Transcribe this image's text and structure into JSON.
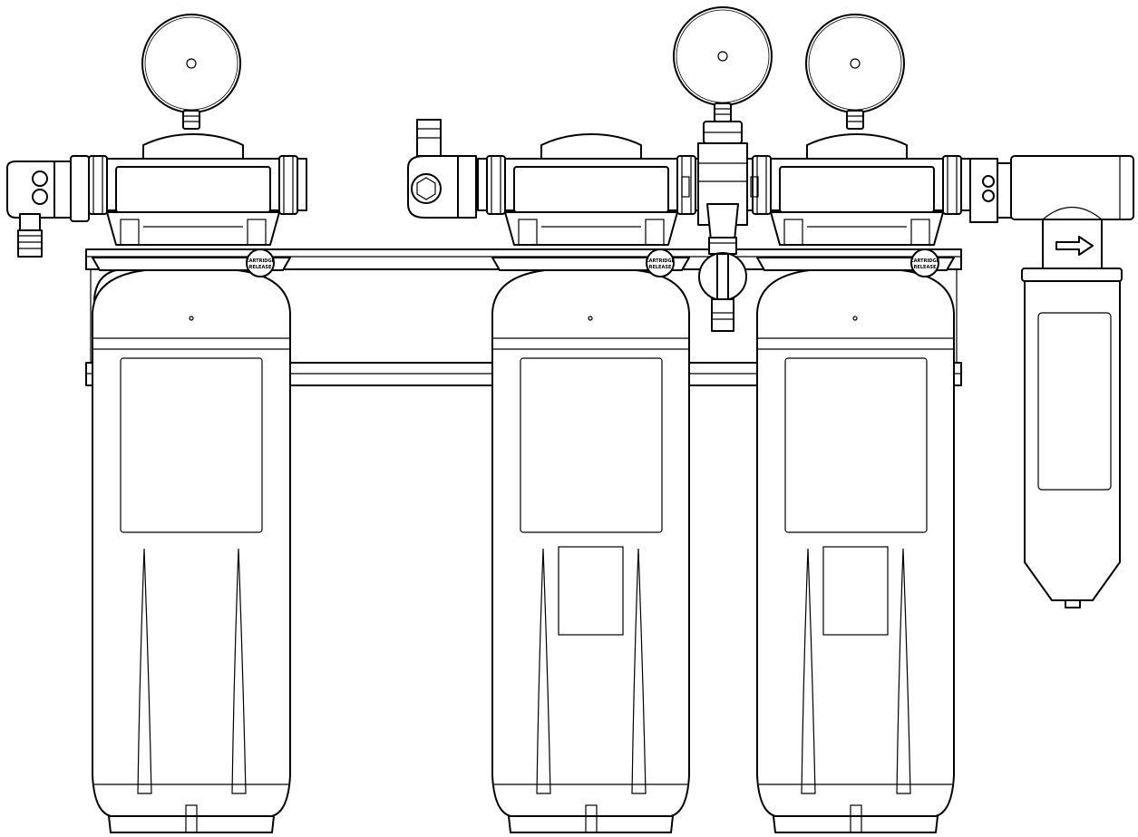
{
  "labels": {
    "release_line1": "CARTRIDGE",
    "release_line2": "RELEASE"
  },
  "colors": {
    "stroke": "#000000",
    "fill": "#ffffff"
  },
  "parts": {
    "pressure_gauges": 3,
    "filter_cartridges": 3,
    "sediment_filter": 1,
    "flow_arrow": "arrow-right-icon"
  }
}
